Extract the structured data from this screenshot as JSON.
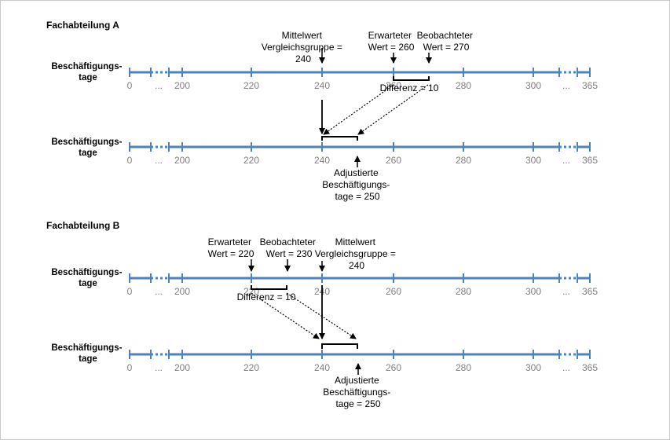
{
  "colors": {
    "axis": "#4f81bd",
    "tick_label": "#7f7f7f",
    "text": "#000000"
  },
  "tick_labels": [
    "0",
    "...",
    "200",
    "220",
    "240",
    "260",
    "280",
    "300",
    "...",
    "365"
  ],
  "section_a": {
    "title": "Fachabteilung A",
    "axis_top_title": [
      "Beschäftigungs-",
      "tage"
    ],
    "axis_bottom_title": [
      "Beschäftigungs-",
      "tage"
    ],
    "mean_label": [
      "Mittelwert",
      "Vergleichsgruppe =",
      "240"
    ],
    "expected_label": [
      "Erwarteter",
      "Wert = 260"
    ],
    "observed_label": [
      "Beobachteter",
      "Wert = 270"
    ],
    "difference_label": "Differenz = 10",
    "adjusted_label": [
      "Adjustierte",
      "Beschäftigungs-",
      "tage = 250"
    ]
  },
  "section_b": {
    "title": "Fachabteilung B",
    "axis_top_title": [
      "Beschäftigungs-",
      "tage"
    ],
    "axis_bottom_title": [
      "Beschäftigungs-",
      "tage"
    ],
    "expected_label": [
      "Erwarteter",
      "Wert = 220"
    ],
    "observed_label": [
      "Beobachteter",
      "Wert = 230"
    ],
    "mean_label": [
      "Mittelwert",
      "Vergleichsgruppe =",
      "240"
    ],
    "difference_label": "Differenz = 10",
    "adjusted_label": [
      "Adjustierte",
      "Beschäftigungs-",
      "tage = 250"
    ]
  }
}
